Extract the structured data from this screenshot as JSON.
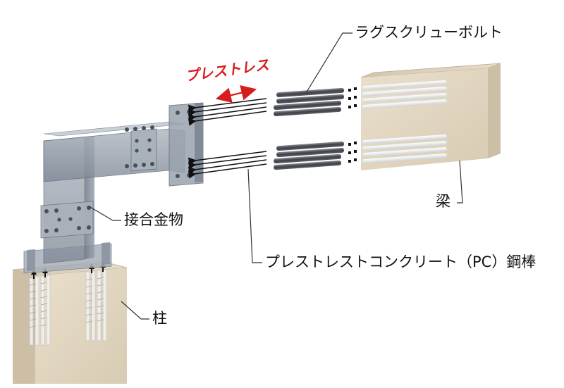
{
  "labels": {
    "prestress": "プレストレス",
    "lag_screw_bolt": "ラグスクリューボルト",
    "beam": "梁",
    "joint_hardware": "接合金物",
    "pc_steel_bar": "プレストレストコンクリート（PC）鋼棒",
    "column": "柱"
  },
  "colors": {
    "arrow_red": "#d61c1c",
    "wood": "#e3d8c4",
    "steel": "#8f99a6",
    "leader": "#333333"
  }
}
